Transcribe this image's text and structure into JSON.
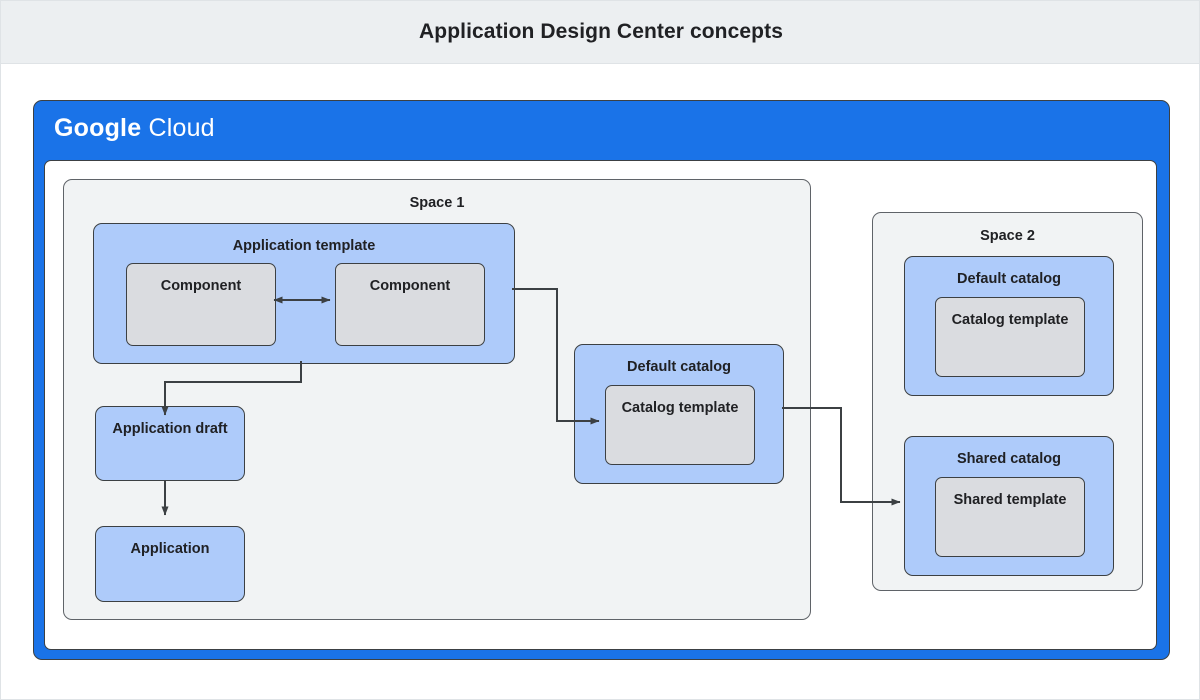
{
  "header": {
    "title": "Application Design Center concepts"
  },
  "cloud": {
    "brand_first": "Google",
    "brand_second": "Cloud"
  },
  "space1": {
    "label": "Space 1",
    "application_template": {
      "label": "Application template",
      "component_left": "Component",
      "component_right": "Component"
    },
    "application_draft": "Application draft",
    "application": "Application",
    "default_catalog": {
      "label": "Default catalog",
      "catalog_template": "Catalog template"
    }
  },
  "space2": {
    "label": "Space 2",
    "default_catalog": {
      "label": "Default catalog",
      "catalog_template": "Catalog template"
    },
    "shared_catalog": {
      "label": "Shared catalog",
      "shared_template": "Shared template"
    }
  },
  "colors": {
    "title_bar_bg": "#eceff1",
    "cloud_blue": "#1a73e8",
    "box_blue": "#aecbfa",
    "box_gray": "#dadce0",
    "space_bg": "#f1f3f4",
    "stroke": "#3c4043",
    "text": "#202124"
  },
  "connectors": [
    {
      "name": "component-to-component",
      "type": "double-arrow"
    },
    {
      "name": "application-template-to-application-draft",
      "type": "arrow"
    },
    {
      "name": "application-draft-to-application",
      "type": "arrow"
    },
    {
      "name": "application-template-to-default-catalog",
      "type": "arrow"
    },
    {
      "name": "default-catalog-to-shared-catalog",
      "type": "arrow"
    }
  ]
}
